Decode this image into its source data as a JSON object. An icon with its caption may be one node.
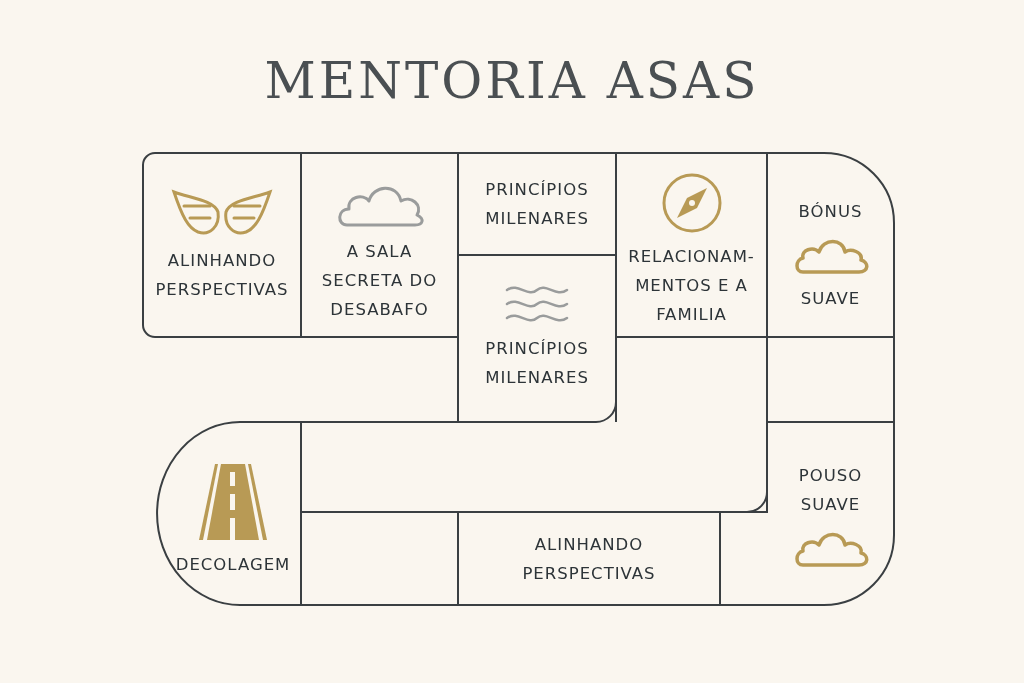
{
  "diagram": {
    "title": "MENTORIA ASAS",
    "nodes": [
      {
        "text": [
          "ALINHANDO PERSPECTIVAS"
        ]
      },
      {
        "text": [
          "A SALA SECRETA DO DESABAFO"
        ]
      },
      {
        "text": [
          "PRINCÍPIOS MILENARES"
        ]
      },
      {
        "text": [
          "RELACIONAM- MENTOS E A FAMILIA"
        ]
      },
      {
        "text": [
          "BÓNUS",
          "SUAVE"
        ]
      },
      {
        "text": [
          "PRINCÍPIOS MILENARES"
        ]
      },
      {
        "text": [],
        "shape": "box"
      },
      {
        "text": [],
        "shape": "box"
      },
      {
        "text": [],
        "shape": "box"
      },
      {
        "text": [
          "DECOLAGEM"
        ]
      },
      {
        "text": [
          "POUSO SUAVE"
        ]
      },
      {
        "text": [],
        "shape": "box"
      },
      {
        "text": [
          "ALINHANDO PERSPECTIVAS"
        ]
      }
    ]
  }
}
